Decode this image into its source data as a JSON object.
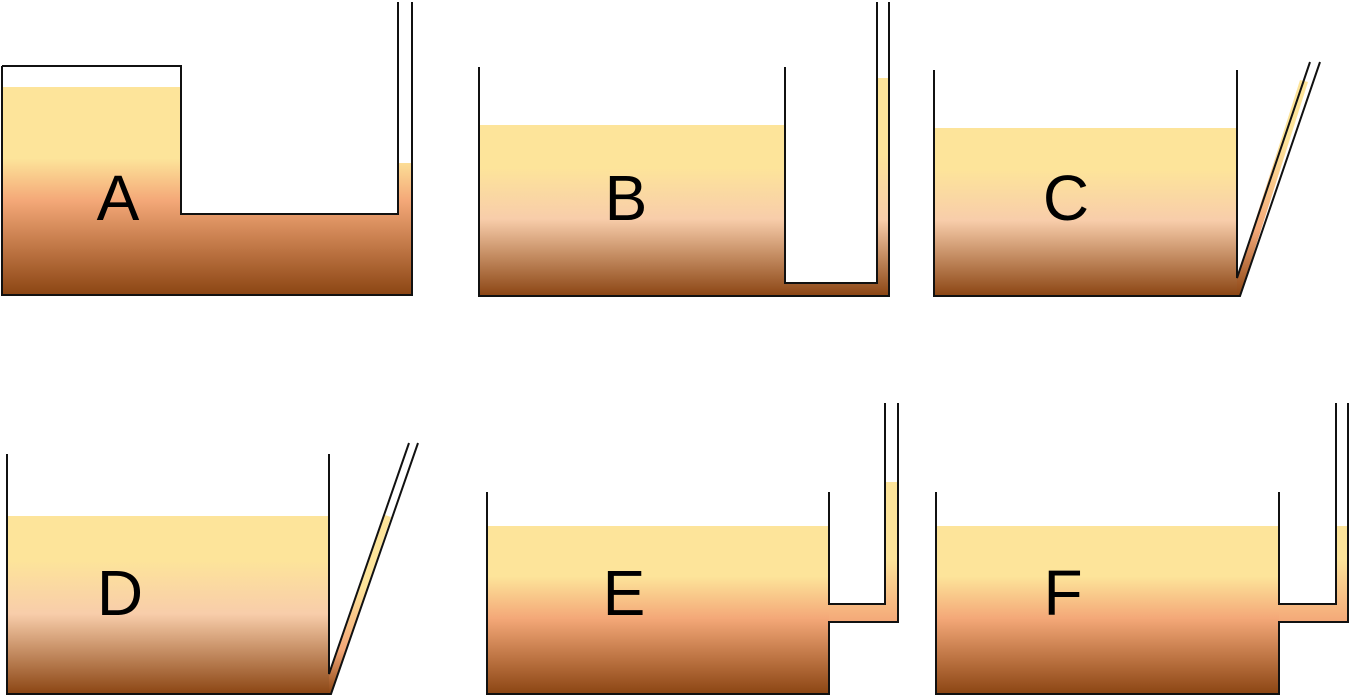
{
  "colors": {
    "liquid_top": "#FDE49A",
    "liquid_mid": "#F8CDAA",
    "liquid_low": "#F4A878",
    "liquid_bottom": "#8B4513",
    "wall": "#111111",
    "label": "#000000"
  },
  "vessels": [
    {
      "id": "A",
      "label": "A"
    },
    {
      "id": "B",
      "label": "B"
    },
    {
      "id": "C",
      "label": "C"
    },
    {
      "id": "D",
      "label": "D"
    },
    {
      "id": "E",
      "label": "E"
    },
    {
      "id": "F",
      "label": "F"
    }
  ]
}
